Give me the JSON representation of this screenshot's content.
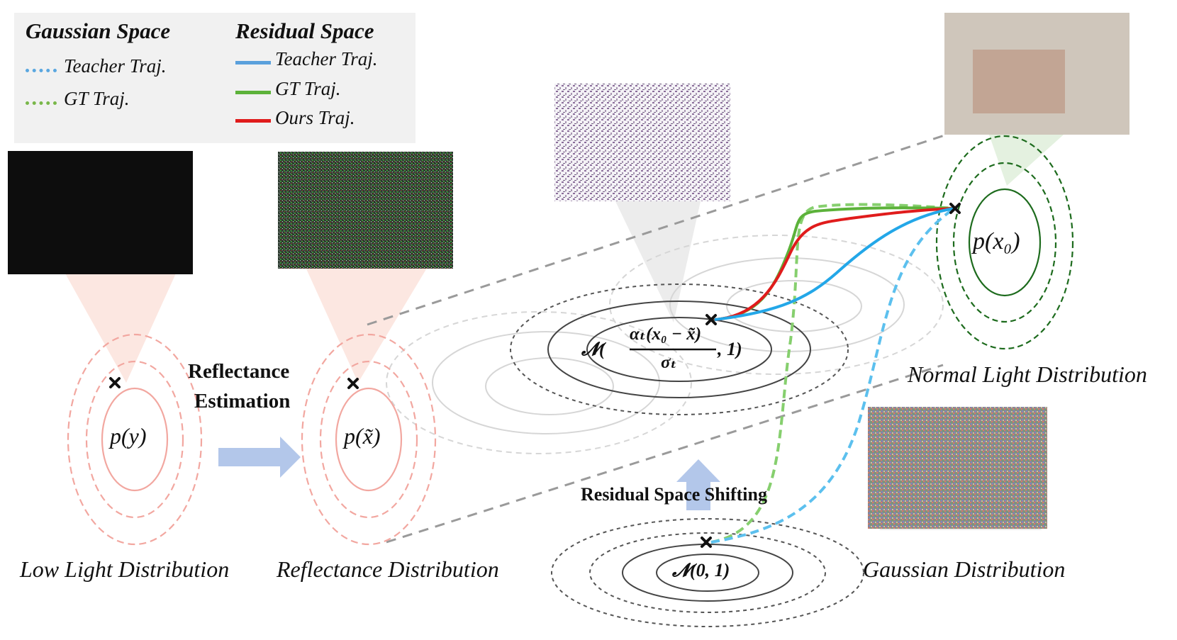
{
  "legend": {
    "gaussian_heading": "Gaussian Space",
    "residual_heading": "Residual Space",
    "gaussian_items": [
      {
        "label": "Teacher Traj.",
        "color": "#5aa7e0",
        "style": "dotted"
      },
      {
        "label": "GT Traj.",
        "color": "#79b74a",
        "style": "dotted"
      }
    ],
    "residual_items": [
      {
        "label": "Teacher Traj.",
        "color": "#5aa0dc",
        "style": "solid"
      },
      {
        "label": "GT Traj.",
        "color": "#5cb23a",
        "style": "solid"
      },
      {
        "label": "Ours Traj.",
        "color": "#e01c1c",
        "style": "solid"
      }
    ]
  },
  "labels": {
    "low_light": "Low Light Distribution",
    "reflectance": "Reflectance Distribution",
    "gaussian": "Gaussian Distribution",
    "normal_light": "Normal Light Distribution",
    "reflectance_estimation_line1": "Reflectance",
    "reflectance_estimation_line2": "Estimation",
    "residual_shifting": "Residual Space Shifting"
  },
  "math": {
    "p_y": "p(y)",
    "p_xtilde": "p(x̃)",
    "p_x0": "p(x₀)",
    "normal_std": "𝓝(0, 1)",
    "residual_normal_prefix": "𝓝(",
    "residual_numerator": "αₜ(x₀ − x̃)",
    "residual_denominator": "σₜ",
    "residual_suffix": ", 1)"
  },
  "colors": {
    "red_trajectory": "#e01c1c",
    "green_trajectory": "#5cb23a",
    "blue_trajectory": "#23a7e8",
    "low_light_contours": "#f2a7a0",
    "normal_contours": "#1d6b1d",
    "arrow_blue": "#b3c7ea"
  }
}
